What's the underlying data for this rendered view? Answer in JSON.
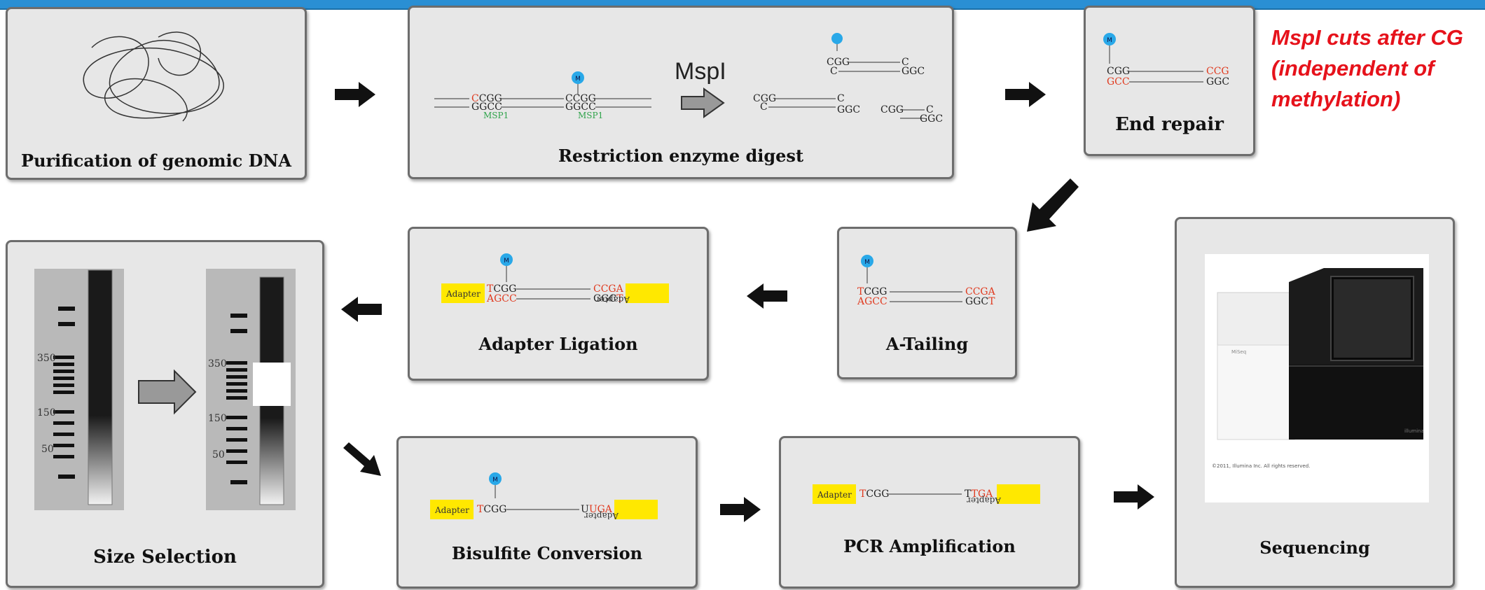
{
  "header": {
    "accent_color": "#2a8fd4"
  },
  "steps": {
    "purification": {
      "label": "Purification of genomic DNA"
    },
    "digest": {
      "label": "Restriction enzyme digest",
      "enzyme_label": "MspI",
      "site_label": "MSP1",
      "methyl_mark": "M",
      "seq_top_left": "CCGG",
      "seq_bottom_left": "GGCC",
      "seq_top_mid": "CCGG",
      "seq_bottom_mid": "GGCC",
      "frag_a_top": "CGG",
      "frag_a_bottom": "C",
      "frag_a_top_end": "C",
      "frag_a_bottom_end": "GGC",
      "frag_b_top": "CGG",
      "frag_b_bottom": "C",
      "frag_b_top_end": "C",
      "frag_b_bottom_end": "GGC",
      "frag_c_top": "CGG",
      "frag_c_top_end": "C",
      "frag_c_bottom_end": "GGC"
    },
    "end_repair": {
      "label": "End repair",
      "methyl_mark": "M",
      "top_left": "CGG",
      "bottom_left": "GCC",
      "top_right": "CCG",
      "bottom_right": "GGC"
    },
    "a_tailing": {
      "label": "A-Tailing",
      "methyl_mark": "M",
      "top_left": "TCGG",
      "bottom_left": "AGCC",
      "top_right": "CCGA",
      "bottom_right": "GGCT"
    },
    "adapter_ligation": {
      "label": "Adapter Ligation",
      "methyl_mark": "M",
      "adapter_left": "Adapter",
      "adapter_right": "Adapter",
      "top_left": "TCGG",
      "bottom_left": "AGCC",
      "top_right": "CCGA",
      "bottom_right": "GGCT"
    },
    "size_selection": {
      "label": "Size Selection",
      "ticks": [
        "350",
        "150",
        "50"
      ]
    },
    "bisulfite": {
      "label": "Bisulfite Conversion",
      "methyl_mark": "M",
      "adapter_left": "Adapter",
      "adapter_right": "Adapter",
      "top_left": "TCGG",
      "top_right": "UUGA"
    },
    "pcr": {
      "label": "PCR Amplification",
      "adapter_left": "Adapter",
      "adapter_right": "Adapter",
      "top_left": "TCGG",
      "top_right": "TTGA"
    },
    "sequencing": {
      "label": "Sequencing",
      "machine_caption": "©2011, Illumina Inc. All rights reserved.",
      "machine_brand": "MiSeq",
      "machine_logo": "illumina"
    }
  },
  "annotation": {
    "line1": "MspI cuts after CG",
    "line2": "(independent  of",
    "line3": "methylation)"
  }
}
